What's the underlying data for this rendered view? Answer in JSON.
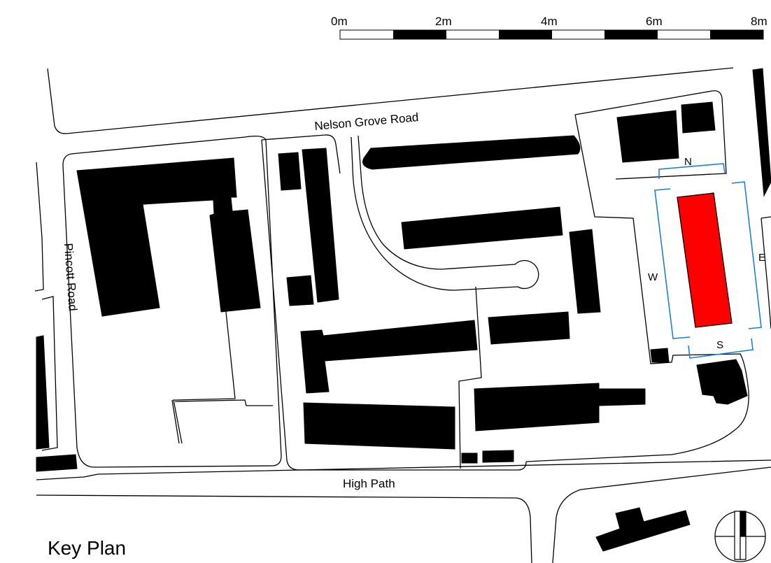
{
  "scale_bar": {
    "labels": [
      "0m",
      "2m",
      "4m",
      "6m",
      "8m"
    ]
  },
  "roads": {
    "north": "Nelson Grove Road",
    "west": "Pincott Road",
    "south": "High Path"
  },
  "site_orientation": {
    "north": "N",
    "south": "S",
    "east": "E",
    "west": "W"
  },
  "colors": {
    "site_building": "#ff0000",
    "boundary_lines": "#1e7fd9",
    "buildings": "#000000"
  },
  "icons": {
    "north_point": "north-arrow-icon"
  },
  "title": "Key Plan"
}
